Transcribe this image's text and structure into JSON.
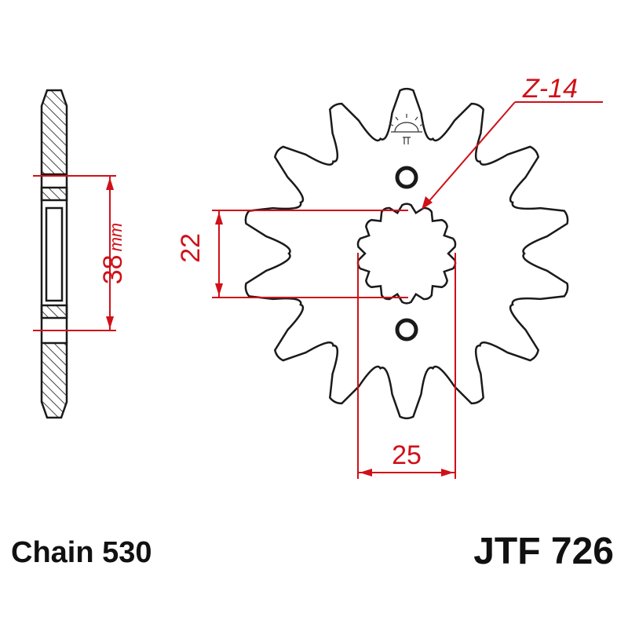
{
  "colors": {
    "outline": "#1a1a1a",
    "dimension": "#d01018",
    "hatch": "#444444",
    "background": "#ffffff"
  },
  "sprocket": {
    "tooth_count": 14,
    "spline_count": 14,
    "bolt_holes": 2
  },
  "dimensions": {
    "teeth_label": "Z-14",
    "inner_diameter": "22",
    "spline_width": "25",
    "hub_height": "38",
    "hub_height_unit": "mm"
  },
  "labels": {
    "chain": "Chain 530",
    "part_number": "JTF 726"
  },
  "icons": {
    "logo": "sun-logo-icon"
  }
}
